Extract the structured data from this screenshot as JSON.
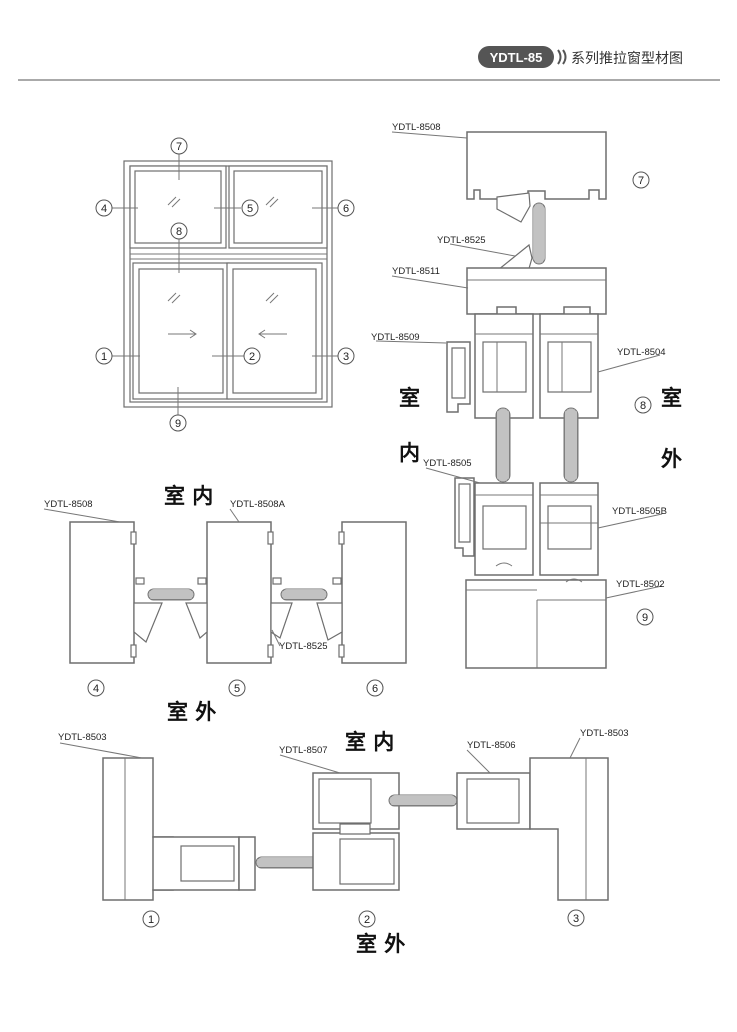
{
  "header": {
    "badge": "YDTL-85",
    "title": "系列推拉窗型材图"
  },
  "overview": {
    "markers": [
      "1",
      "2",
      "3",
      "4",
      "5",
      "6",
      "7",
      "8",
      "9"
    ]
  },
  "section_main": {
    "labels": {
      "top": "YDTL-8508",
      "interlock": "YDTL-8525",
      "midrail": "YDTL-8511",
      "handle_up": "YDTL-8509",
      "sash_up": "YDTL-8504",
      "handle_low": "YDTL-8505",
      "sash_low": "YDTL-8505B",
      "sill": "YDTL-8502"
    },
    "markers": [
      "7",
      "8",
      "9"
    ],
    "side_text": {
      "indoor_a": "室",
      "indoor_b": "内",
      "outdoor_a": "室",
      "outdoor_b": "外"
    }
  },
  "section_upper": {
    "labels": {
      "left": "YDTL-8508",
      "mid": "YDTL-8508A",
      "clip": "YDTL-8525"
    },
    "indoor": "室 内",
    "outdoor": "室 外",
    "markers": [
      "4",
      "5",
      "6"
    ]
  },
  "section_lower": {
    "labels": {
      "left": "YDTL-8503",
      "mid": "YDTL-8507",
      "midr": "YDTL-8506",
      "right": "YDTL-8503"
    },
    "indoor": "室 内",
    "outdoor": "室 外",
    "markers": [
      "1",
      "2",
      "3"
    ]
  }
}
